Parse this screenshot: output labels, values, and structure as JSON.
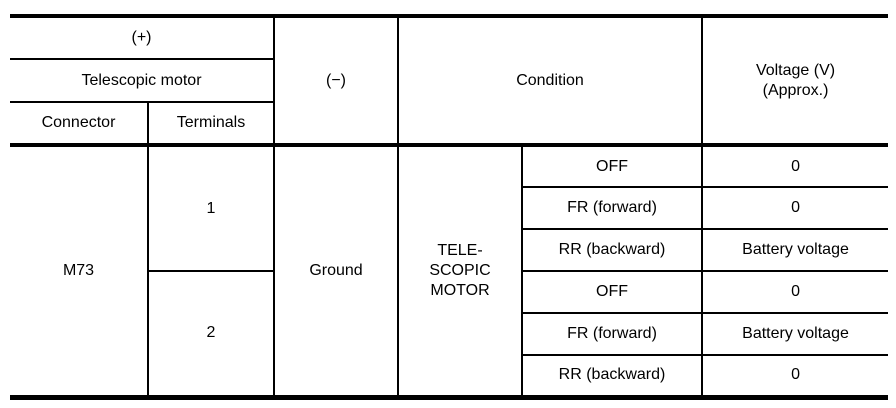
{
  "table": {
    "header": {
      "plus": "(+)",
      "telescopic_motor": "Telescopic motor",
      "connector": "Connector",
      "terminals": "Terminals",
      "minus": "(−)",
      "condition": "Condition",
      "voltage": "Voltage (V)\n(Approx.)"
    },
    "body": {
      "connector": "M73",
      "ground": "Ground",
      "motor": "TELE-\nSCOPIC\nMOTOR",
      "terminal_groups": [
        {
          "terminal": "1",
          "rows": [
            {
              "condition": "OFF",
              "voltage": "0"
            },
            {
              "condition": "FR (forward)",
              "voltage": "0"
            },
            {
              "condition": "RR (backward)",
              "voltage": "Battery voltage"
            }
          ]
        },
        {
          "terminal": "2",
          "rows": [
            {
              "condition": "OFF",
              "voltage": "0"
            },
            {
              "condition": "FR (forward)",
              "voltage": "Battery voltage"
            },
            {
              "condition": "RR (backward)",
              "voltage": "0"
            }
          ]
        }
      ]
    },
    "colors": {
      "border": "#000000",
      "text": "#000000",
      "background": "#ffffff"
    }
  }
}
